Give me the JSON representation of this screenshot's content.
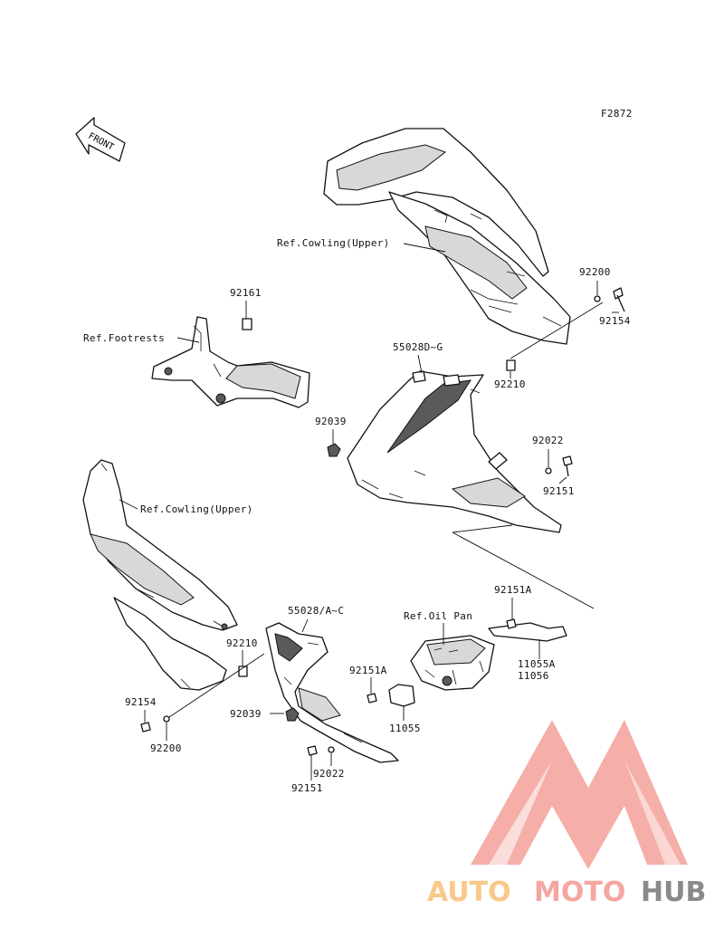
{
  "figure_id": "F2872",
  "front_label": "FRONT",
  "references": {
    "cowling_upper_top": "Ref.Cowling(Upper)",
    "footrests": "Ref.Footrests",
    "cowling_upper_left": "Ref.Cowling(Upper)",
    "oil_pan": "Ref.Oil Pan"
  },
  "parts": {
    "p92161": "92161",
    "p92200_top": "92200",
    "p92154_top": "92154",
    "p55028DG": "55028D~G",
    "p92210_right": "92210",
    "p92039_right": "92039",
    "p92022_right": "92022",
    "p92151_right": "92151",
    "p92151A_top": "92151A",
    "p11055A": "11055A",
    "p11056": "11056",
    "p55028AC": "55028/A~C",
    "p92210_left": "92210",
    "p92151A_mid": "92151A",
    "p11055": "11055",
    "p92154_left": "92154",
    "p92039_left": "92039",
    "p92200_left": "92200",
    "p92022_left": "92022",
    "p92151_left": "92151"
  },
  "watermark": {
    "part1": "AUTO",
    "part2": "MOTO",
    "part3": "HUB",
    "color1": "#f9c88a",
    "color2": "#f4a6a0",
    "color3": "#8a8a8a",
    "logo_color": "#f4a09a"
  }
}
